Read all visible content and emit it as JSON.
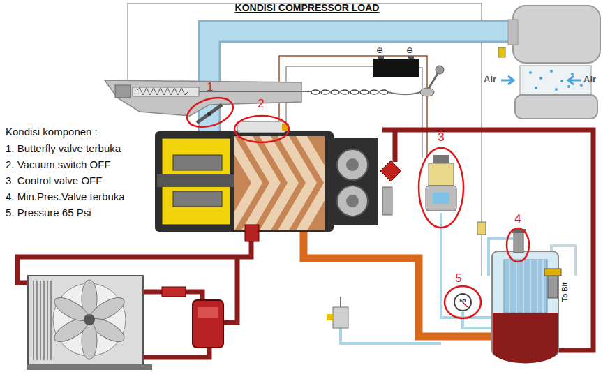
{
  "diagram": {
    "title": "KONDISI COMPRESSOR LOAD",
    "nodes": [
      {
        "text": [
          "1"
        ]
      },
      {
        "text": [
          "2"
        ]
      },
      {
        "text": [
          "3"
        ]
      },
      {
        "text": [
          "4"
        ]
      },
      {
        "text": [
          "5"
        ]
      },
      {
        "text": [
          "65"
        ],
        "in": 4
      }
    ],
    "labels": [
      "Kondisi komponen :",
      "1. Butterfly valve terbuka",
      "2. Vacuum switch OFF",
      "3. Control valve OFF",
      "4. Min.Pres.Valve terbuka",
      "5. Pressure 65 Psi",
      "Air",
      "Air",
      "To Bit",
      "⊕",
      "⊖"
    ]
  }
}
